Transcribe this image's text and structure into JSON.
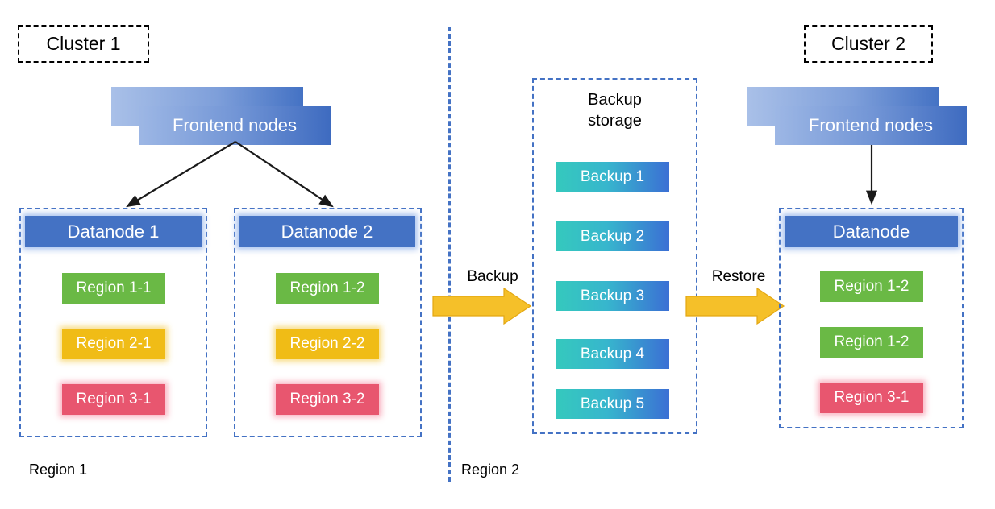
{
  "diagram": {
    "title_hidden": "",
    "colors": {
      "node_blue": "#4472c4",
      "region_green": "#6ab945",
      "region_yellow": "#f0bc16",
      "region_red": "#e8566f",
      "backup_gradient_start": "#35c9bd",
      "backup_gradient_end": "#3b6fd4",
      "arrow_yellow": "#f5c029",
      "dashed_blue": "#4472c4",
      "dashed_black": "#000000"
    }
  },
  "cluster1": {
    "label": "Cluster 1",
    "frontend": {
      "label": "Frontend nodes"
    },
    "datanodes": [
      {
        "title": "Datanode 1",
        "regions": [
          {
            "label": "Region 1-1",
            "color": "green"
          },
          {
            "label": "Region 2-1",
            "color": "yellow"
          },
          {
            "label": "Region 3-1",
            "color": "red"
          }
        ]
      },
      {
        "title": "Datanode 2",
        "regions": [
          {
            "label": "Region 1-2",
            "color": "green"
          },
          {
            "label": "Region 2-2",
            "color": "yellow"
          },
          {
            "label": "Region 3-2",
            "color": "red"
          }
        ]
      }
    ]
  },
  "backup_storage": {
    "title": "Backup\nstorage",
    "items": [
      {
        "label": "Backup 1"
      },
      {
        "label": "Backup 2"
      },
      {
        "label": "Backup 3"
      },
      {
        "label": "Backup 4"
      },
      {
        "label": "Backup 5"
      }
    ]
  },
  "cluster2": {
    "label": "Cluster 2",
    "frontend": {
      "label": "Frontend nodes"
    },
    "datanode": {
      "title": "Datanode",
      "regions": [
        {
          "label": "Region 1-2",
          "color": "green"
        },
        {
          "label": "Region 1-2",
          "color": "green"
        },
        {
          "label": "Region 3-1",
          "color": "red"
        }
      ]
    }
  },
  "arrows": {
    "backup_label": "Backup",
    "restore_label": "Restore"
  },
  "region_footers": {
    "left": "Region 1",
    "right": "Region 2"
  }
}
